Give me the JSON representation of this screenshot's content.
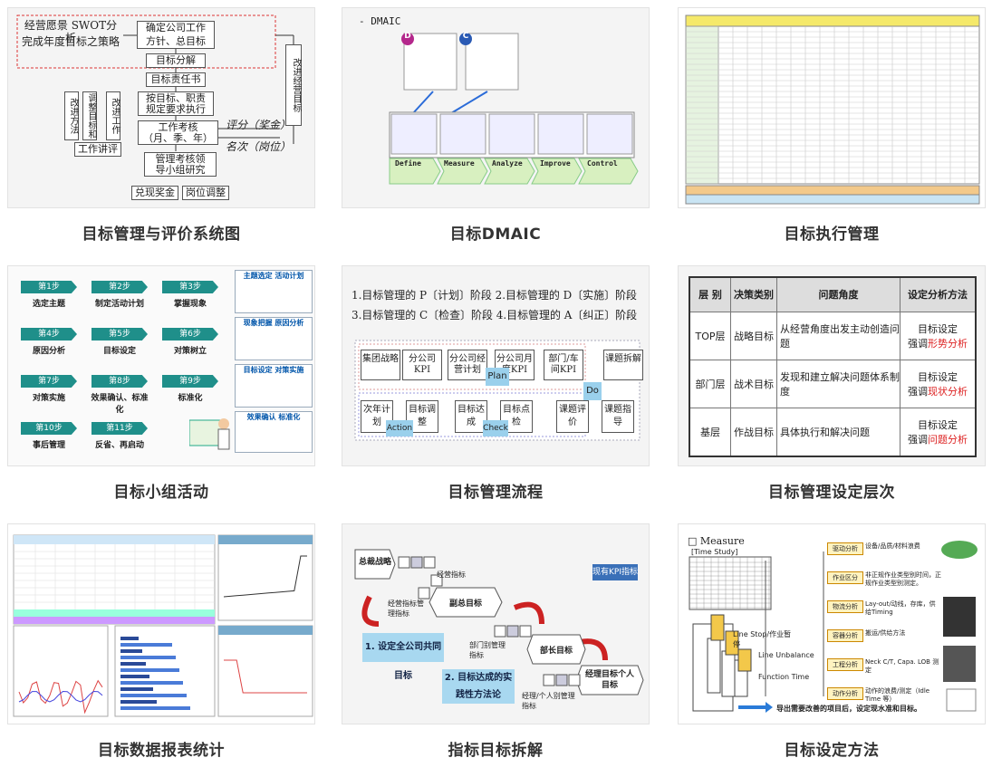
{
  "cards": [
    {
      "caption": "目标管理与评价系统图",
      "content": {
        "box1": "经营愿景  SWOT分析",
        "box1b": "完成年度目标之策略",
        "box2": "确定公司工作",
        "box2b": "方针、总目标",
        "box3": "目标分解",
        "box4": "目标责任书",
        "box5": "按目标、职责",
        "box5b": "规定要求执行",
        "box6": "工作考核",
        "box6b": "（月、季、年）",
        "box7": "管理考核领",
        "box7b": "导小组研究",
        "box8": "兑现奖金",
        "box9": "岗位调整",
        "box10": "工作讲评",
        "left_v1": "改进方法",
        "left_v2": "调整目标和",
        "left_v3": "改进工作",
        "right_v": "改进经营目标",
        "italic1": "评分（奖金）",
        "italic2": "名次（岗位）"
      }
    },
    {
      "caption": "目标DMAIC",
      "content": {
        "title": "- DMAIC",
        "d": "D",
        "c": "C",
        "phases": [
          "Define",
          "Measure",
          "Analyze",
          "Improve",
          "Control"
        ]
      }
    },
    {
      "caption": "目标执行管理"
    },
    {
      "caption": "目标小组活动",
      "content": {
        "steps": [
          {
            "num": "第1步",
            "label": "选定主题"
          },
          {
            "num": "第2步",
            "label": "制定活动计划"
          },
          {
            "num": "第3步",
            "label": "掌握现象"
          },
          {
            "num": "第4步",
            "label": "原因分析"
          },
          {
            "num": "第5步",
            "label": "目标设定"
          },
          {
            "num": "第6步",
            "label": "对策树立"
          },
          {
            "num": "第7步",
            "label": "对策实施"
          },
          {
            "num": "第8步",
            "label": "效果确认、标准化"
          },
          {
            "num": "第9步",
            "label": "标准化"
          },
          {
            "num": "第10步",
            "label": "事后管理"
          },
          {
            "num": "第11步",
            "label": "反省、再启动"
          }
        ],
        "side": [
          "主题选定 活动计划",
          "现象把握 原因分析",
          "目标设定 对策实施",
          "效果确认 标准化"
        ]
      }
    },
    {
      "caption": "目标管理流程",
      "content": {
        "line1": "1.目标管理的 P〔计划〕阶段 2.目标管理的 D〔实施〕阶段",
        "line2": "3.目标管理的 C〔检查〕阶段 4.目标管理的 A〔纠正〕阶段",
        "top_boxes": [
          "集团战略",
          "分公司KPI",
          "分公司经营计划",
          "分公司月度KPI",
          "部门/车间KPI",
          "课题拆解"
        ],
        "bottom_boxes": [
          "次年计划",
          "目标调整",
          "目标达成",
          "目标点检",
          "课题评价",
          "课题指导"
        ],
        "plan": "Plan",
        "do": "Do",
        "check": "Check",
        "action": "Action"
      }
    },
    {
      "caption": "目标管理设定层次",
      "content": {
        "headers": [
          "层  别",
          "决策类别",
          "问题角度",
          "设定分析方法"
        ],
        "rows": [
          {
            "level": "TOP层",
            "type": "战略目标",
            "angle": "从经营角度出发主动创造问题",
            "m1": "目标设定",
            "m2a": "强调",
            "m2b": "形势分析"
          },
          {
            "level": "部门层",
            "type": "战术目标",
            "angle": "发现和建立解决问题体系制度",
            "m1": "目标设定",
            "m2a": "强调",
            "m2b": "现状分析"
          },
          {
            "level": "基层",
            "type": "作战目标",
            "angle": "具体执行和解决问题",
            "m1": "目标设定",
            "m2a": "强调",
            "m2b": "问题分析"
          }
        ]
      }
    },
    {
      "caption": "目标数据报表统计"
    },
    {
      "caption": "指标目标拆解",
      "content": {
        "b1": "总裁战略",
        "b2": "副总目标",
        "b3": "部长目标",
        "b4": "经理目标个人目标",
        "blue1": "1. 设定全公司共同目标",
        "blue2": "2. 目标达成的实践性方法论",
        "kpi": "现有KPI指标",
        "t1": "经营指标",
        "t2": "经营指标管理指标",
        "t3": "部门别管理指标",
        "t4": "经理/个人别管理指标"
      }
    },
    {
      "caption": "目标设定方法",
      "content": {
        "title": "□ Measure",
        "sub": "[Time Study]",
        "rows": [
          {
            "tag": "驱动分析",
            "desc": "设备/品质/材料浪费"
          },
          {
            "tag": "作业区分",
            "desc": "非正规作业类型别时间，正规作业类型别测定。"
          },
          {
            "tag": "物流分析",
            "desc": "Lay-out/动线，存库，供给Timing"
          },
          {
            "tag": "容器分析",
            "desc": "搬运/供给方法"
          },
          {
            "tag": "工程分析",
            "desc": "Neck C/T, Capa. LOB 测定"
          },
          {
            "tag": "动作分析",
            "desc": "动作的浪费/测定（Idle Time 等）"
          }
        ],
        "bottom": "导出需要改善的项目后，设定现水准和目标。",
        "lines": [
          "Line Stop/作业暂停",
          "Line Unbalance",
          "Function Time"
        ]
      }
    }
  ]
}
